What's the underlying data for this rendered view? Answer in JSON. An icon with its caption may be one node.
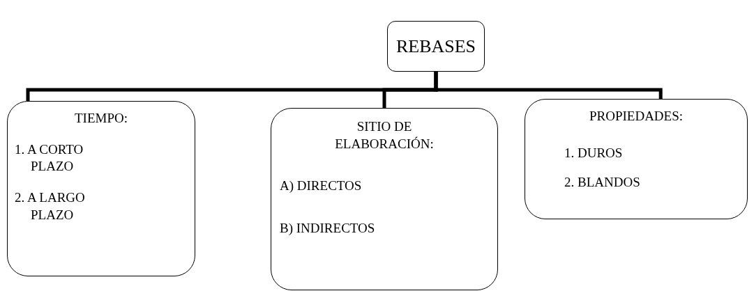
{
  "diagram": {
    "nodes": [
      {
        "text": [
          "REBASES"
        ]
      },
      {
        "text": [
          "TIEMPO:",
          "1. A CORTO PLAZO",
          "2. A LARGO PLAZO"
        ]
      },
      {
        "text": [
          "SITIO DE ELABORACIÓN:",
          "A) DIRECTOS",
          "B) INDIRECTOS"
        ]
      },
      {
        "text": [
          "PROPIEDADES:",
          "1. DUROS",
          "2. BLANDOS"
        ]
      }
    ],
    "edges": [
      {
        "from": 0,
        "to": 1,
        "arrow": "none"
      },
      {
        "from": 0,
        "to": 2,
        "arrow": "none"
      },
      {
        "from": 0,
        "to": 3,
        "arrow": "none"
      }
    ]
  }
}
